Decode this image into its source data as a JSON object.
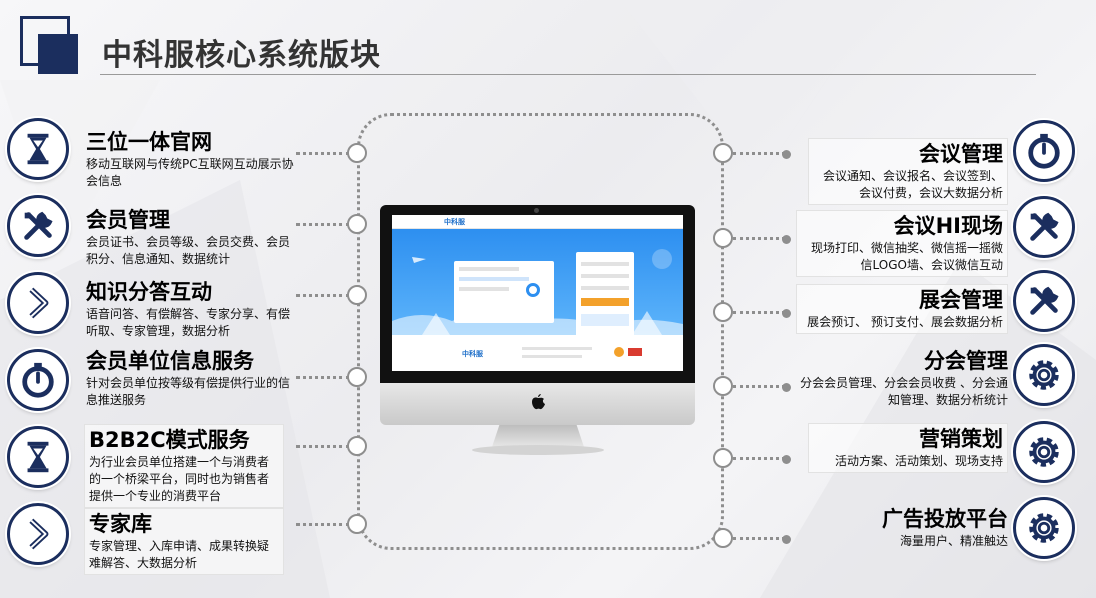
{
  "header": {
    "title": "中科服核心系统版块"
  },
  "left_features": [
    {
      "title": "三位一体官网",
      "desc": "移动互联网与传统PC互联网互动展示协会信息",
      "icon": "hourglass-icon"
    },
    {
      "title": "会员管理",
      "desc": "会员证书、会员等级、会员交费、会员积分、信息通知、数据统计",
      "icon": "tools-icon"
    },
    {
      "title": "知识分答互动",
      "desc": "语音问答、有偿解答、专家分享、有偿听取、专家管理，数据分析",
      "icon": "chevron-right-icon"
    },
    {
      "title": "会员单位信息服务",
      "desc": "针对会员单位按等级有偿提供行业的信息推送服务",
      "icon": "stopwatch-icon"
    },
    {
      "title": "B2B2C模式服务",
      "desc": "为行业会员单位搭建一个与消费者的一个桥梁平台，同时也为销售者提供一个专业的消费平台",
      "icon": "hourglass-icon"
    },
    {
      "title": "专家库",
      "desc": "专家管理、入库申请、成果转换疑难解答、大数据分析",
      "icon": "chevron-right-icon"
    }
  ],
  "right_features": [
    {
      "title": "会议管理",
      "desc": "会议通知、会议报名、会议签到、会议付费，会议大数据分析",
      "icon": "stopwatch-icon"
    },
    {
      "title": "会议HI现场",
      "desc": "现场打印、微信抽奖、微信摇一摇微信LOGO墙、会议微信互动",
      "icon": "tools-icon"
    },
    {
      "title": "展会管理",
      "desc": "展会预订、 预订支付、展会数据分析",
      "icon": "tools-icon"
    },
    {
      "title": "分会管理",
      "desc": "分会会员管理、分会会员收费 、分会通知管理、数据分析统计",
      "icon": "gear-icon"
    },
    {
      "title": "营销策划",
      "desc": "活动方案、活动策划、现场支持",
      "icon": "gear-icon"
    },
    {
      "title": "广告投放平台",
      "desc": "海量用户、精准触达",
      "icon": "gear-icon"
    }
  ],
  "screen": {
    "brand": "中科服"
  },
  "colors": {
    "accent": "#1b2e5e",
    "dots": "#8e8e8e",
    "screen_blue": "#2d8ff0"
  }
}
